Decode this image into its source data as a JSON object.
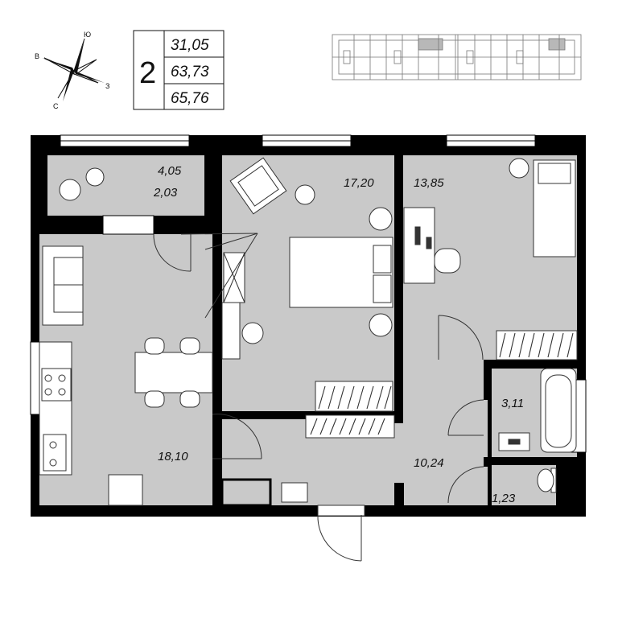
{
  "summary": {
    "rooms_count": "2",
    "living_area": "31,05",
    "total_area": "63,73",
    "area_with_loggia": "65,76"
  },
  "compass": {
    "north": "Ю",
    "south": "С",
    "east": "З",
    "west": "В"
  },
  "rooms": {
    "balcony_area": "4,05",
    "balcony_area_reduced": "2,03",
    "kitchen_living_area": "18,10",
    "bedroom_area": "17,20",
    "room_area": "13,85",
    "hallway_area": "10,24",
    "bathroom_area": "3,11",
    "toilet_area": "1,23"
  },
  "colors": {
    "wall": "#000000",
    "floor": "#c9c9c9",
    "furniture": "#ffffff",
    "accent": "#9e9e9e"
  }
}
